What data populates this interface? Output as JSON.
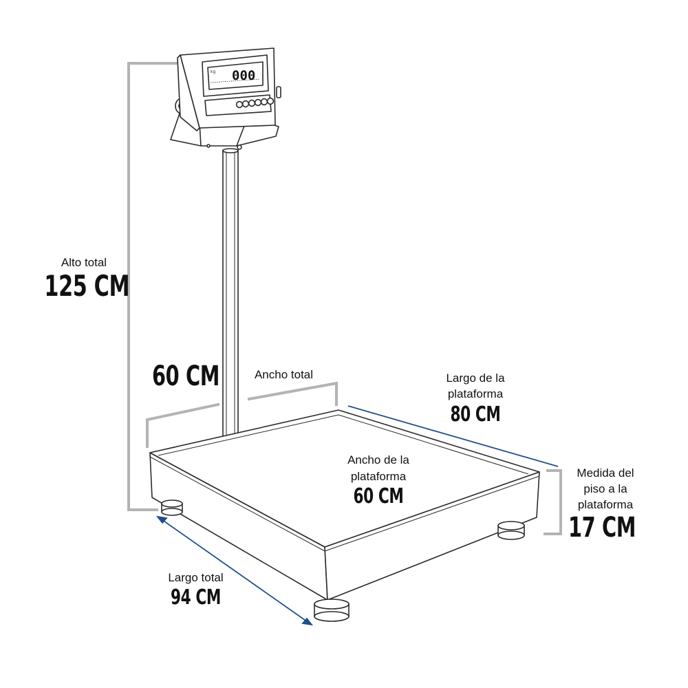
{
  "colors": {
    "dimension_gray": "#b3b3b3",
    "dimension_blue": "#1f4e8c",
    "outline": "#2a2a2a",
    "label_text": "#111111"
  },
  "indicator": {
    "display_reading": "000",
    "display_mode": "kg",
    "button_count": 6
  },
  "labels": {
    "alto_total": {
      "caption": "Alto total",
      "value": "125 CM"
    },
    "ancho_total": {
      "caption": "Ancho total",
      "value": "60 CM"
    },
    "largo_plataforma": {
      "caption_line1": "Largo de la",
      "caption_line2": "plataforma",
      "value": "80 CM"
    },
    "ancho_plataforma": {
      "caption_line1": "Ancho de la",
      "caption_line2": "plataforma",
      "value": "60 CM"
    },
    "medida_piso": {
      "caption_line1": "Medida del",
      "caption_line2": "piso a la",
      "caption_line3": "plataforma",
      "value": "17 CM"
    },
    "largo_total": {
      "caption": "Largo total",
      "value": "94 CM"
    }
  }
}
